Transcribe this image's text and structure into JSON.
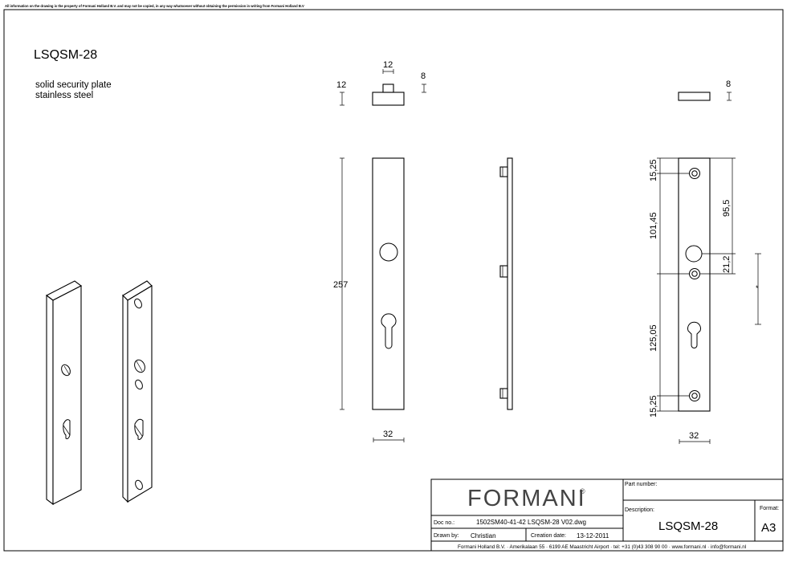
{
  "sheet": {
    "disclaimer": "All information on the drawing is the property of Formani Holland B.V. and may not be copied, in any way whatsoever without obtaining the permission in writing from Formani Holland B.V",
    "product_code": "LSQSM-28",
    "desc_line1": "solid security plate",
    "desc_line2": "stainless steel"
  },
  "dims": {
    "top_width": "12",
    "top_height": "12",
    "top_pin": "8",
    "side_thickness": "8",
    "length": "257",
    "front_width": "32",
    "right_width": "32",
    "d_top": "15,25",
    "d_mid1": "101,45",
    "d_mid2": "125,05",
    "d_bot": "15,25",
    "d_hole": "95,5",
    "d_gap": "21,2",
    "d_star": "*"
  },
  "title_block": {
    "brand": "FORMANI",
    "reg": "®",
    "part_number_label": "Part number:",
    "description_label": "Description:",
    "description_value": "LSQSM-28",
    "format_label": "Format:",
    "format_value": "A3",
    "doc_no_label": "Doc no.:",
    "doc_no_value": "1502SM40-41-42 LSQSM-28 V02.dwg",
    "drawn_by_label": "Drawn by:",
    "drawn_by_value": "Christian",
    "creation_date_label": "Creation date:",
    "creation_date_value": "13-12-2011",
    "footer": "Formani Holland B.V. · Amerikalaan 55 · 6199 AE Maastricht Airport · tel: +31 (0)43 308 90 00 · www.formani.nl · info@formani.nl"
  }
}
